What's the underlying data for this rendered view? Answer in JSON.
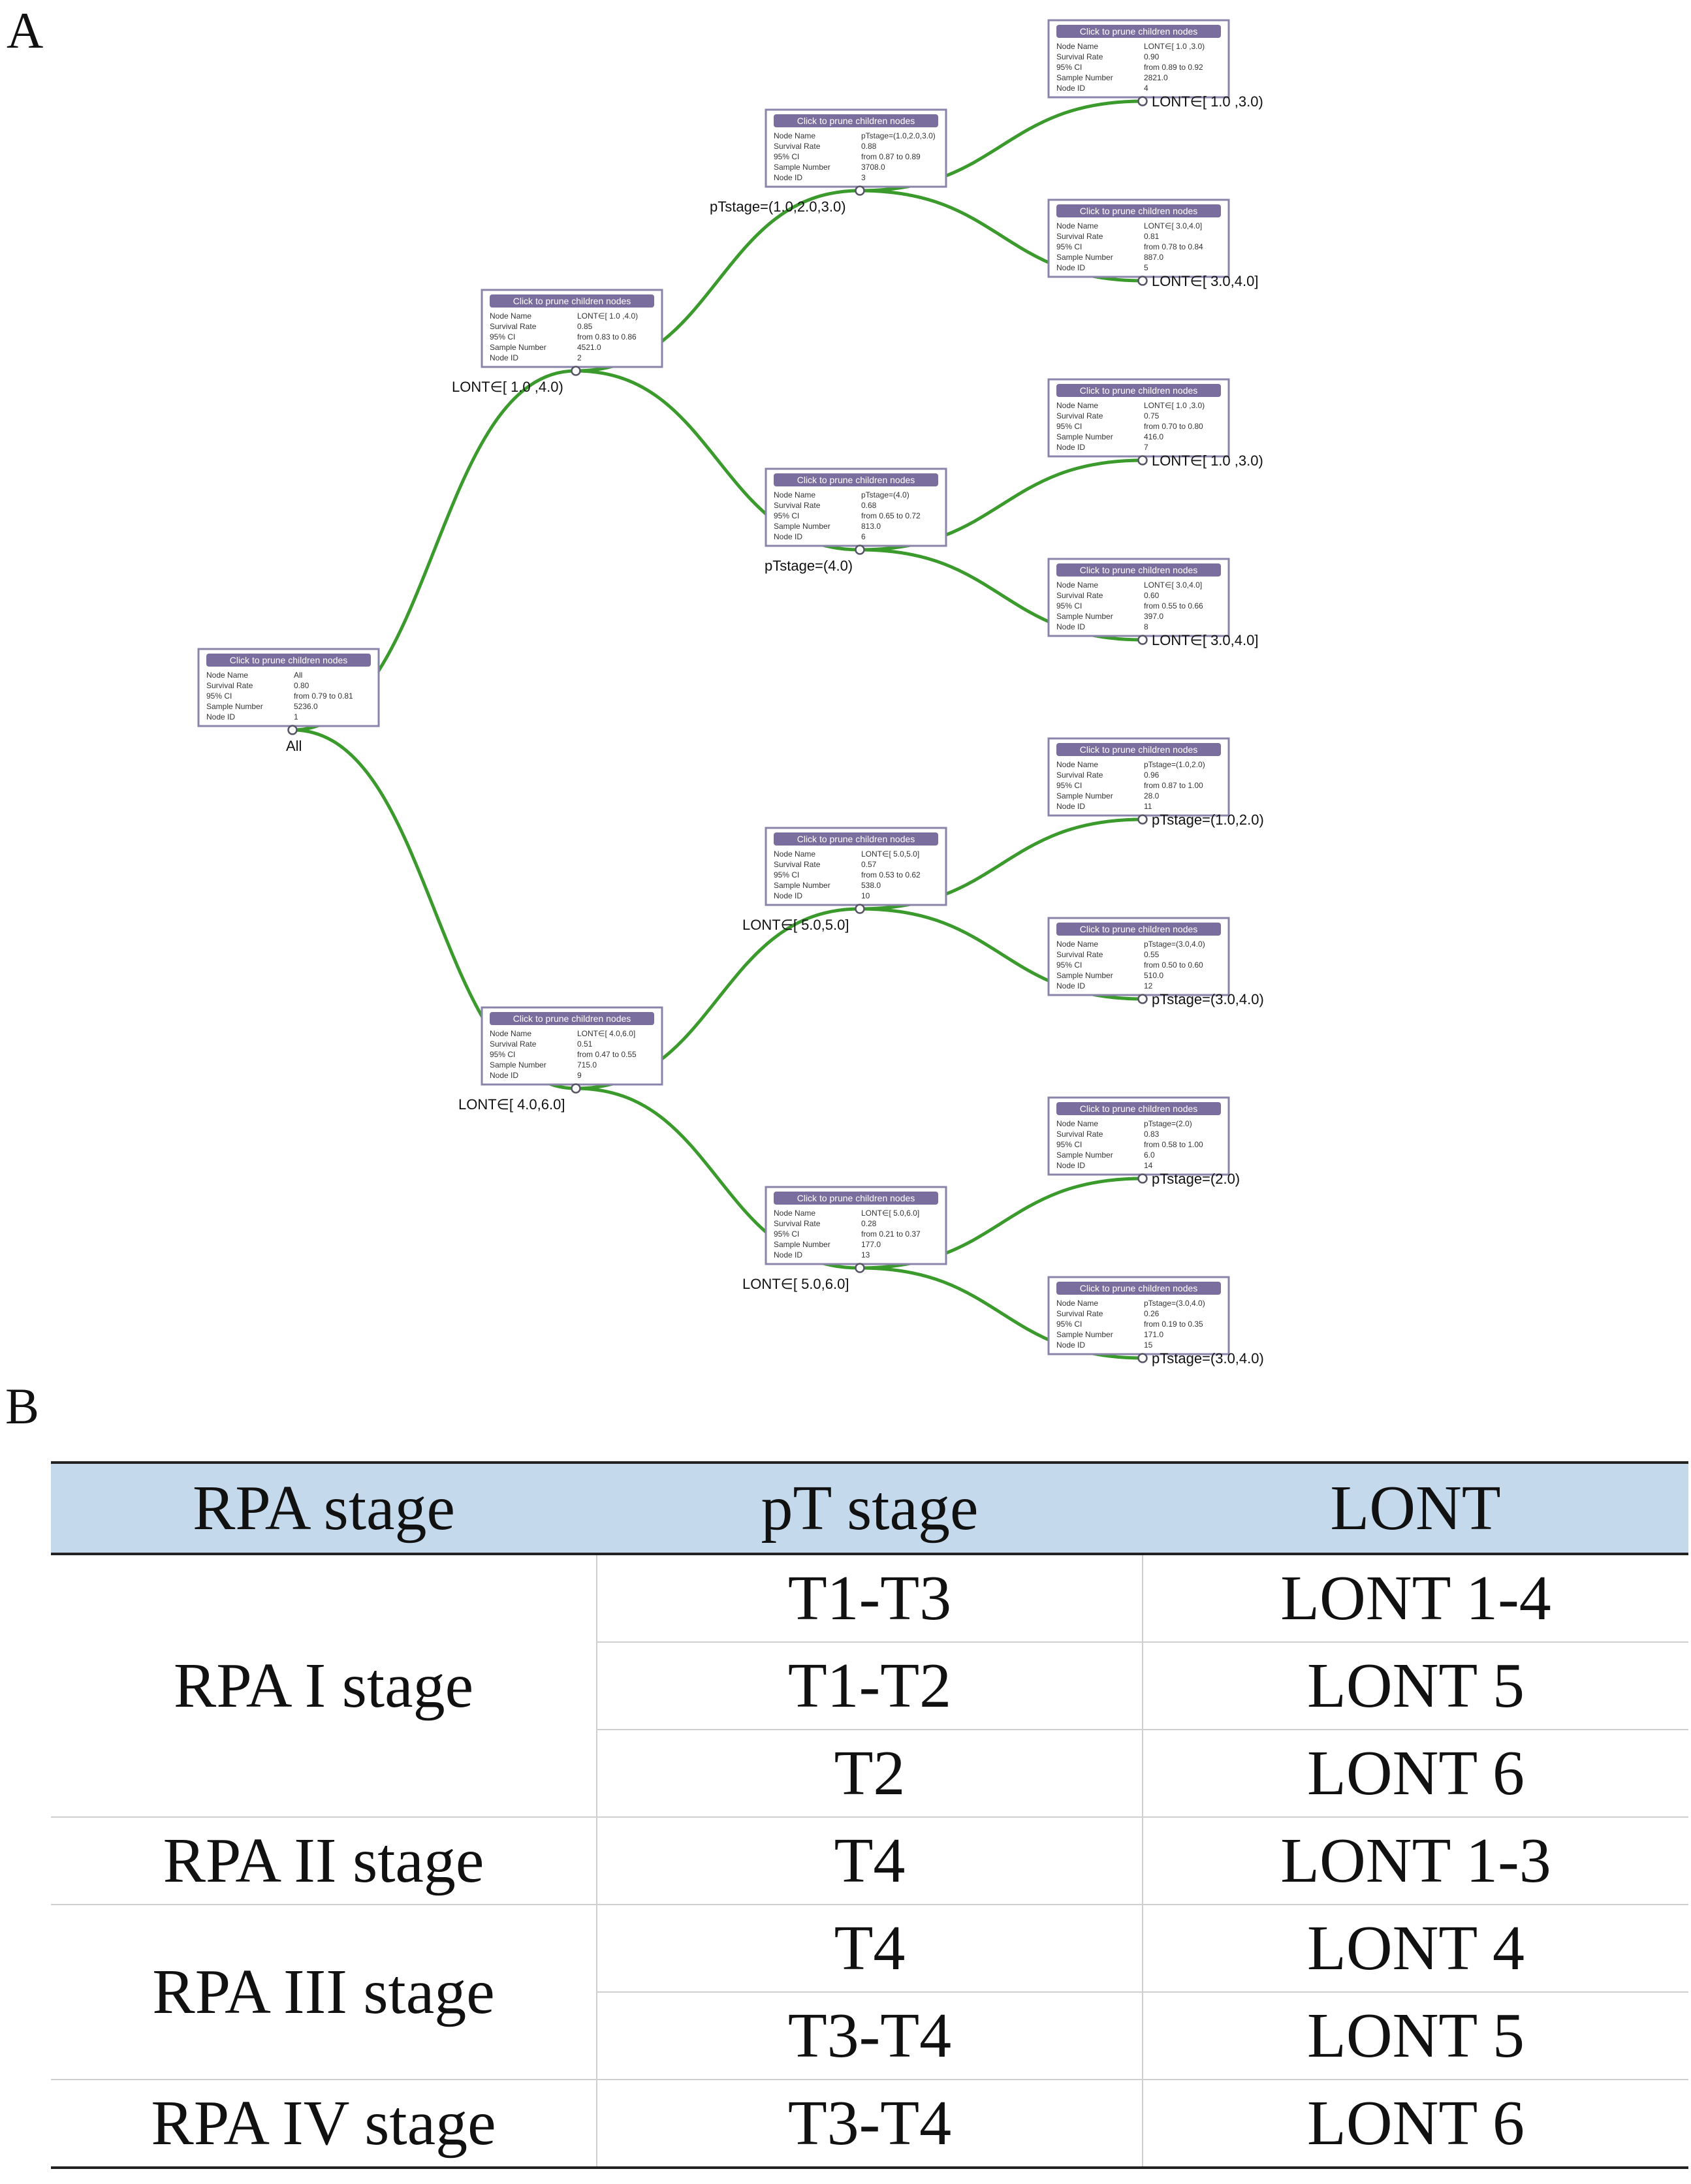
{
  "panels": {
    "a": "A",
    "b": "B"
  },
  "tree": {
    "prune_label": "Click to prune children nodes",
    "field_names": [
      "Node Name",
      "Survival Rate",
      "95% CI",
      "Sample Number",
      "Node ID"
    ],
    "nodes": [
      {
        "id": "1",
        "name": "All",
        "survival": "0.80",
        "ci": "from 0.79 to 0.81",
        "n": "5236.0",
        "label": "All"
      },
      {
        "id": "2",
        "name": "LONT∈[ 1.0 ,4.0)",
        "survival": "0.85",
        "ci": "from 0.83 to 0.86",
        "n": "4521.0",
        "label": "LONT∈[ 1.0 ,4.0)"
      },
      {
        "id": "3",
        "name": "pTstage=(1.0,2.0,3.0)",
        "survival": "0.88",
        "ci": "from 0.87 to 0.89",
        "n": "3708.0",
        "label": "pTstage=(1.0,2.0,3.0)"
      },
      {
        "id": "4",
        "name": "LONT∈[ 1.0 ,3.0)",
        "survival": "0.90",
        "ci": "from 0.89 to 0.92",
        "n": "2821.0",
        "label": "LONT∈[ 1.0 ,3.0)"
      },
      {
        "id": "5",
        "name": "LONT∈[ 3.0,4.0]",
        "survival": "0.81",
        "ci": "from 0.78 to 0.84",
        "n": "887.0",
        "label": "LONT∈[ 3.0,4.0]"
      },
      {
        "id": "6",
        "name": "pTstage=(4.0)",
        "survival": "0.68",
        "ci": "from 0.65 to 0.72",
        "n": "813.0",
        "label": "pTstage=(4.0)"
      },
      {
        "id": "7",
        "name": "LONT∈[ 1.0 ,3.0)",
        "survival": "0.75",
        "ci": "from 0.70 to 0.80",
        "n": "416.0",
        "label": "LONT∈[ 1.0 ,3.0)"
      },
      {
        "id": "8",
        "name": "LONT∈[ 3.0,4.0]",
        "survival": "0.60",
        "ci": "from 0.55 to 0.66",
        "n": "397.0",
        "label": "LONT∈[ 3.0,4.0]"
      },
      {
        "id": "9",
        "name": "LONT∈[ 4.0,6.0]",
        "survival": "0.51",
        "ci": "from 0.47 to 0.55",
        "n": "715.0",
        "label": "LONT∈[ 4.0,6.0]"
      },
      {
        "id": "10",
        "name": "LONT∈[ 5.0,5.0]",
        "survival": "0.57",
        "ci": "from 0.53 to 0.62",
        "n": "538.0",
        "label": "LONT∈[ 5.0,5.0]"
      },
      {
        "id": "11",
        "name": "pTstage=(1.0,2.0)",
        "survival": "0.96",
        "ci": "from 0.87 to 1.00",
        "n": "28.0",
        "label": "pTstage=(1.0,2.0)"
      },
      {
        "id": "12",
        "name": "pTstage=(3.0,4.0)",
        "survival": "0.55",
        "ci": "from 0.50 to 0.60",
        "n": "510.0",
        "label": "pTstage=(3.0,4.0)"
      },
      {
        "id": "13",
        "name": "LONT∈[ 5.0,6.0]",
        "survival": "0.28",
        "ci": "from 0.21 to 0.37",
        "n": "177.0",
        "label": "LONT∈[ 5.0,6.0]"
      },
      {
        "id": "14",
        "name": "pTstage=(2.0)",
        "survival": "0.83",
        "ci": "from 0.58 to 1.00",
        "n": "6.0",
        "label": "pTstage=(2.0)"
      },
      {
        "id": "15",
        "name": "pTstage=(3.0,4.0)",
        "survival": "0.26",
        "ci": "from 0.19 to 0.35",
        "n": "171.0",
        "label": "pTstage=(3.0,4.0)"
      }
    ]
  },
  "table": {
    "headers": [
      "RPA stage",
      "pT stage",
      "LONT"
    ],
    "groups": [
      {
        "stage": "RPA I stage",
        "rows": [
          {
            "pt": "T1-T3",
            "lont": "LONT 1-4"
          },
          {
            "pt": "T1-T2",
            "lont": "LONT 5"
          },
          {
            "pt": "T2",
            "lont": "LONT 6"
          }
        ]
      },
      {
        "stage": "RPA II stage",
        "rows": [
          {
            "pt": "T4",
            "lont": "LONT 1-3"
          }
        ]
      },
      {
        "stage": "RPA III stage",
        "rows": [
          {
            "pt": "T4",
            "lont": "LONT 4"
          },
          {
            "pt": "T3-T4",
            "lont": "LONT 5"
          }
        ]
      },
      {
        "stage": "RPA IV stage",
        "rows": [
          {
            "pt": "T3-T4",
            "lont": "LONT 6"
          }
        ]
      }
    ]
  }
}
